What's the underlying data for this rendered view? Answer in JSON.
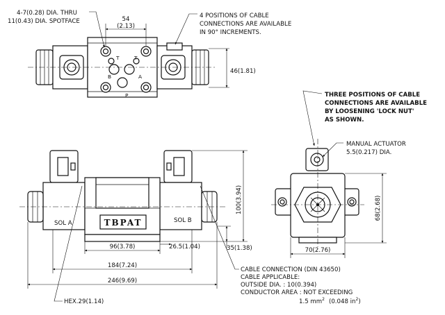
{
  "top_view": {
    "hole_note_line1": "4-7(0.28) DIA. THRU",
    "hole_note_line2": "11(0.43) DIA. SPOTFACE",
    "width_dim": "54",
    "width_dim_inch": "(2.13)",
    "height_dim": "46(1.81)",
    "port_labels": [
      "T",
      "T",
      "B",
      "A",
      "P"
    ],
    "cable_note_line1": "4 POSITIONS OF CABLE",
    "cable_note_line2": "CONNECTIONS ARE AVAILABLE",
    "cable_note_line3": "IN 90° INCREMENTS."
  },
  "side_note": {
    "line1": "THREE POSITIONS OF CABLE",
    "line2": "CONNECTIONS ARE AVAILABLE",
    "line3": "BY LOOSENING 'LOCK NUT'",
    "line4": "AS SHOWN."
  },
  "front_view": {
    "brand": "TBPAT",
    "sol_a": "SOL A",
    "sol_b": "SOL B",
    "height_dim": "100(3.94)",
    "dim_96": "96(3.78)",
    "dim_26_5": "26.5(1.04)",
    "dim_35": "35(1.38)",
    "dim_184": "184(7.24)",
    "dim_246": "246(9.69)",
    "hex_note": "HEX.29(1.14)"
  },
  "end_view": {
    "manual_line1": "MANUAL ACTUATOR",
    "manual_line2": "5.5(0.217) DIA.",
    "height_dim": "68(2.68)",
    "width_dim": "70(2.76)"
  },
  "cable_spec": {
    "line1": "CABLE CONNECTION (DIN 43650)",
    "line2": "CABLE APPLICABLE:",
    "line3": "OUTSIDE DIA. : 10(0.394)",
    "line4": "CONDUCTOR AREA : NOT EXCEEDING",
    "line5_value": "1.5 mm",
    "line5_sup1": "2",
    "line5_inch": "(0.048 in",
    "line5_sup2": "2",
    "line5_close": ")"
  }
}
